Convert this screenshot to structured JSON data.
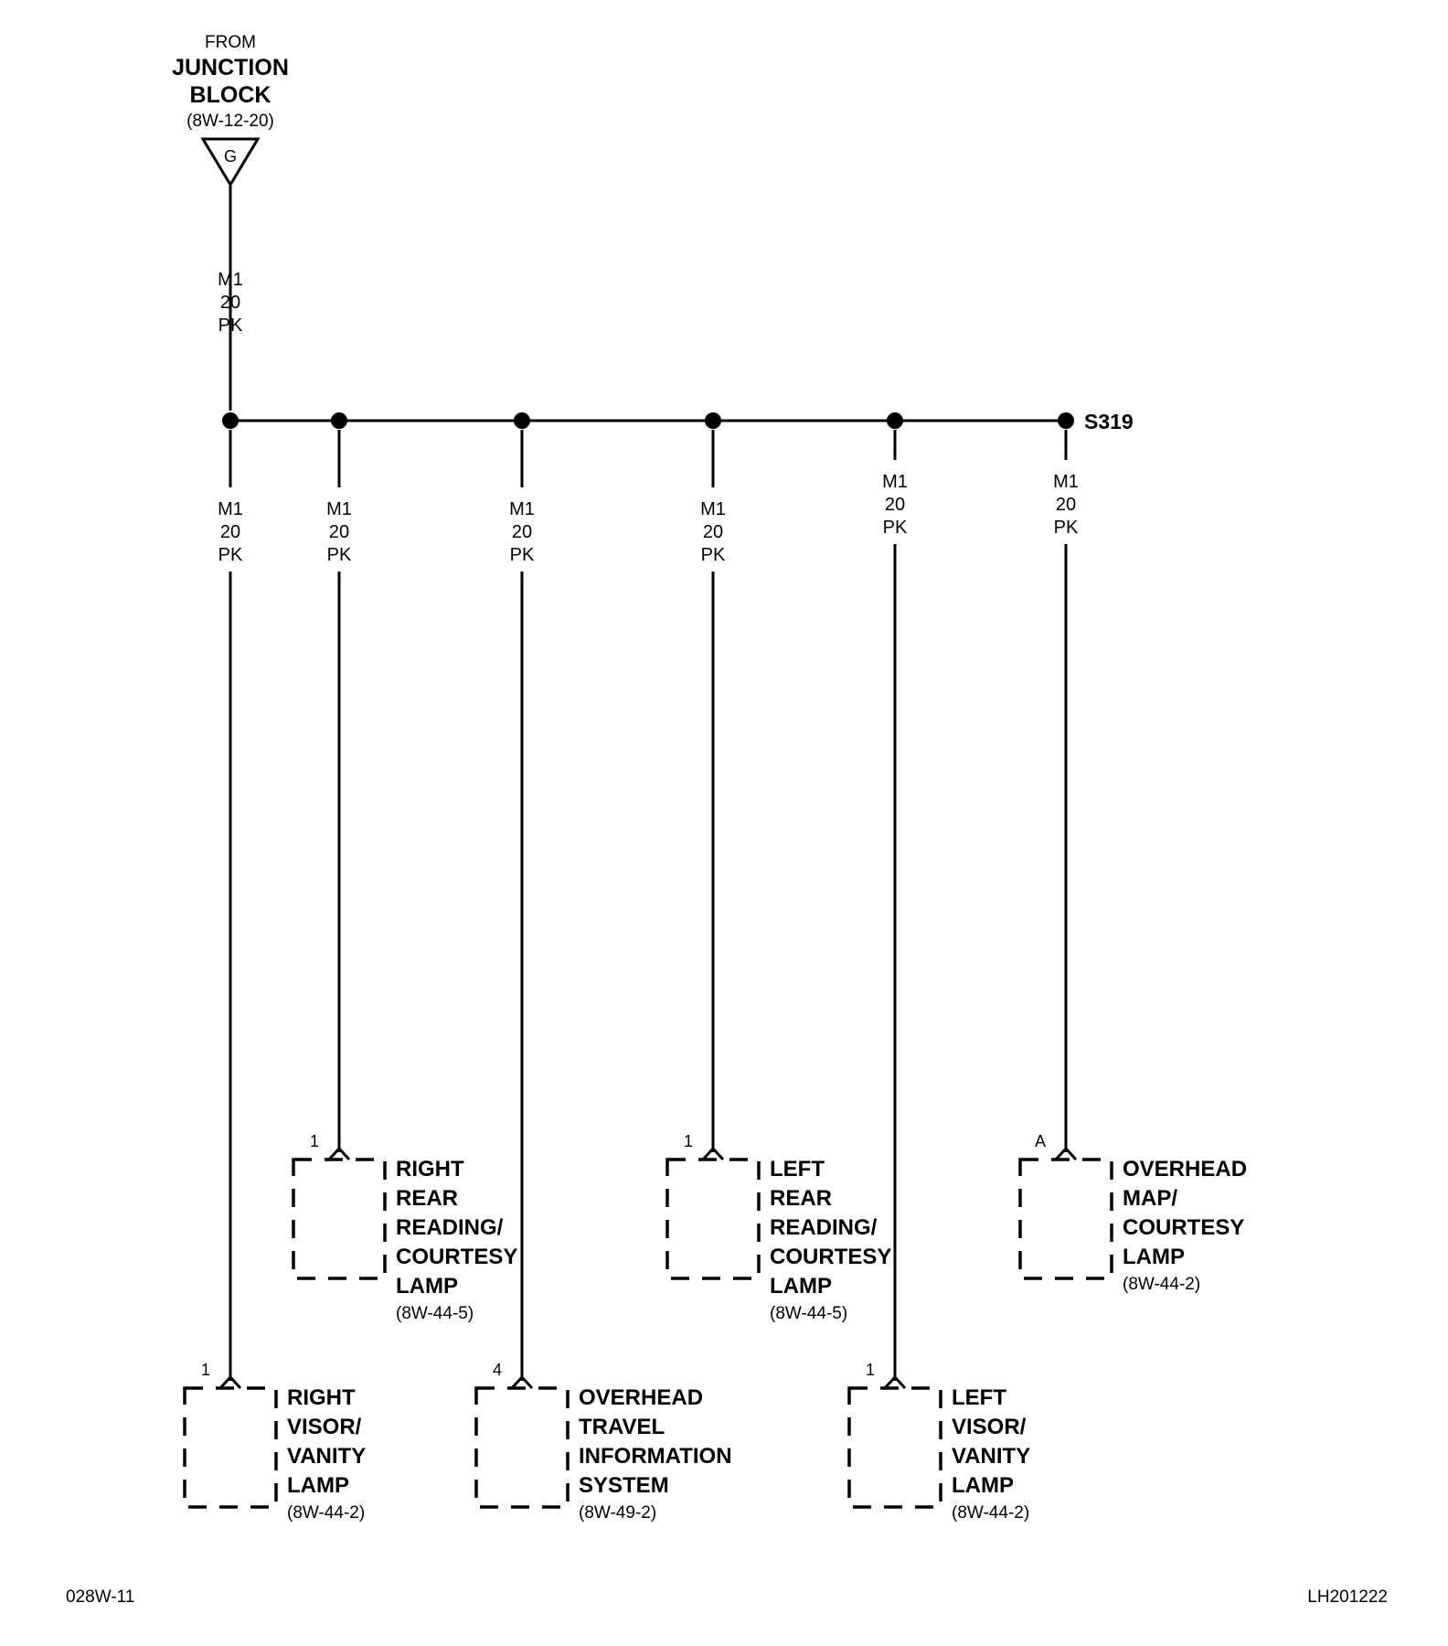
{
  "source": {
    "from_label": "FROM",
    "name_line1": "JUNCTION",
    "name_line2": "BLOCK",
    "ref": "(8W-12-20)",
    "connector_pin": "G"
  },
  "source_wire": {
    "circuit": "M1",
    "gauge": "20",
    "color": "PK"
  },
  "splice": {
    "id": "S319"
  },
  "branches": [
    {
      "circuit": "M1",
      "gauge": "20",
      "color": "PK"
    },
    {
      "circuit": "M1",
      "gauge": "20",
      "color": "PK"
    },
    {
      "circuit": "M1",
      "gauge": "20",
      "color": "PK"
    },
    {
      "circuit": "M1",
      "gauge": "20",
      "color": "PK"
    },
    {
      "circuit": "M1",
      "gauge": "20",
      "color": "PK"
    },
    {
      "circuit": "M1",
      "gauge": "20",
      "color": "PK"
    }
  ],
  "components": [
    {
      "pin": "1",
      "lines": [
        "RIGHT",
        "VISOR/",
        "VANITY",
        "LAMP"
      ],
      "ref": "(8W-44-2)"
    },
    {
      "pin": "1",
      "lines": [
        "RIGHT",
        "REAR",
        "READING/",
        "COURTESY",
        "LAMP"
      ],
      "ref": "(8W-44-5)"
    },
    {
      "pin": "4",
      "lines": [
        "OVERHEAD",
        "TRAVEL",
        "INFORMATION",
        "SYSTEM"
      ],
      "ref": "(8W-49-2)"
    },
    {
      "pin": "1",
      "lines": [
        "LEFT",
        "REAR",
        "READING/",
        "COURTESY",
        "LAMP"
      ],
      "ref": "(8W-44-5)"
    },
    {
      "pin": "1",
      "lines": [
        "LEFT",
        "VISOR/",
        "VANITY",
        "LAMP"
      ],
      "ref": "(8W-44-2)"
    },
    {
      "pin": "A",
      "lines": [
        "OVERHEAD",
        "MAP/",
        "COURTESY",
        "LAMP"
      ],
      "ref": "(8W-44-2)"
    }
  ],
  "footer": {
    "left": "028W-11",
    "right": "LH201222"
  }
}
